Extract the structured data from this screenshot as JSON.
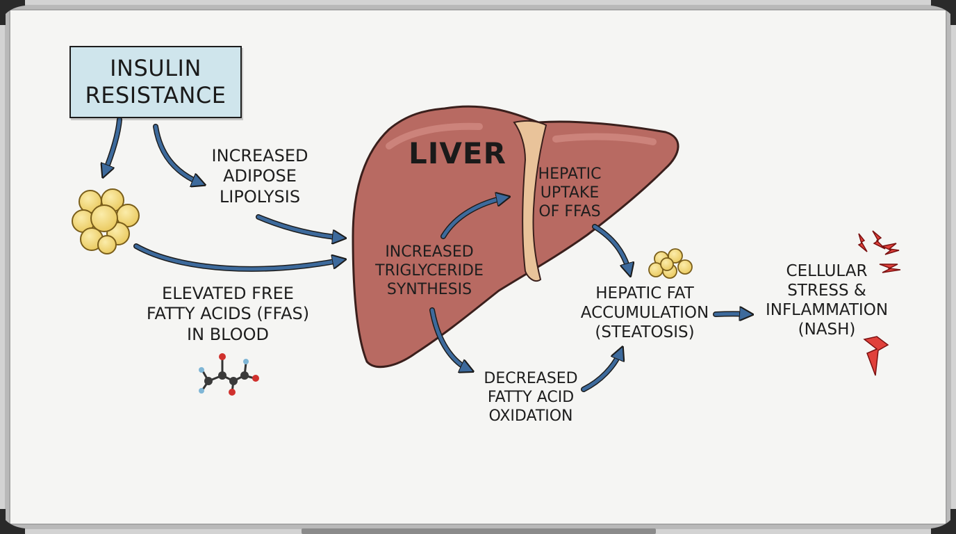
{
  "title_box": {
    "line1": "INSULIN",
    "line2": "RESISTANCE"
  },
  "organ_label": "LIVER",
  "labels": {
    "lipolysis": [
      "INCREASED",
      "ADIPOSE",
      "LIPOLYSIS"
    ],
    "ffa_blood": [
      "ELEVATED FREE",
      "FATTY ACIDS (FFAs)",
      "IN BLOOD"
    ],
    "hepatic_uptake": [
      "HEPATIC",
      "UPTAKE",
      "OF FFAs"
    ],
    "tg_synthesis": [
      "INCREASED",
      "TRIGLYCERIDE",
      "SYNTHESIS"
    ],
    "oxidation": [
      "DECREASED",
      "FATTY ACID",
      "OXIDATION"
    ],
    "steatosis": [
      "HEPATIC FAT",
      "ACCUMULATION",
      "(STEATOSIS)"
    ],
    "nash": [
      "CELLULAR",
      "STRESS &",
      "INFLAMMATION",
      "(NASH)"
    ]
  },
  "icons": {
    "adipose": "fat-cell-cluster-icon",
    "molecule": "fatty-acid-molecule-icon",
    "liver_fat": "fat-droplets-icon",
    "stress": "lightning-bolt-icon"
  },
  "colors": {
    "arrow": "#3d6a9c",
    "liver": "#b86a62",
    "fat": "#f0d978",
    "box": "#cfe5ec",
    "bolt": "#e0413b"
  }
}
